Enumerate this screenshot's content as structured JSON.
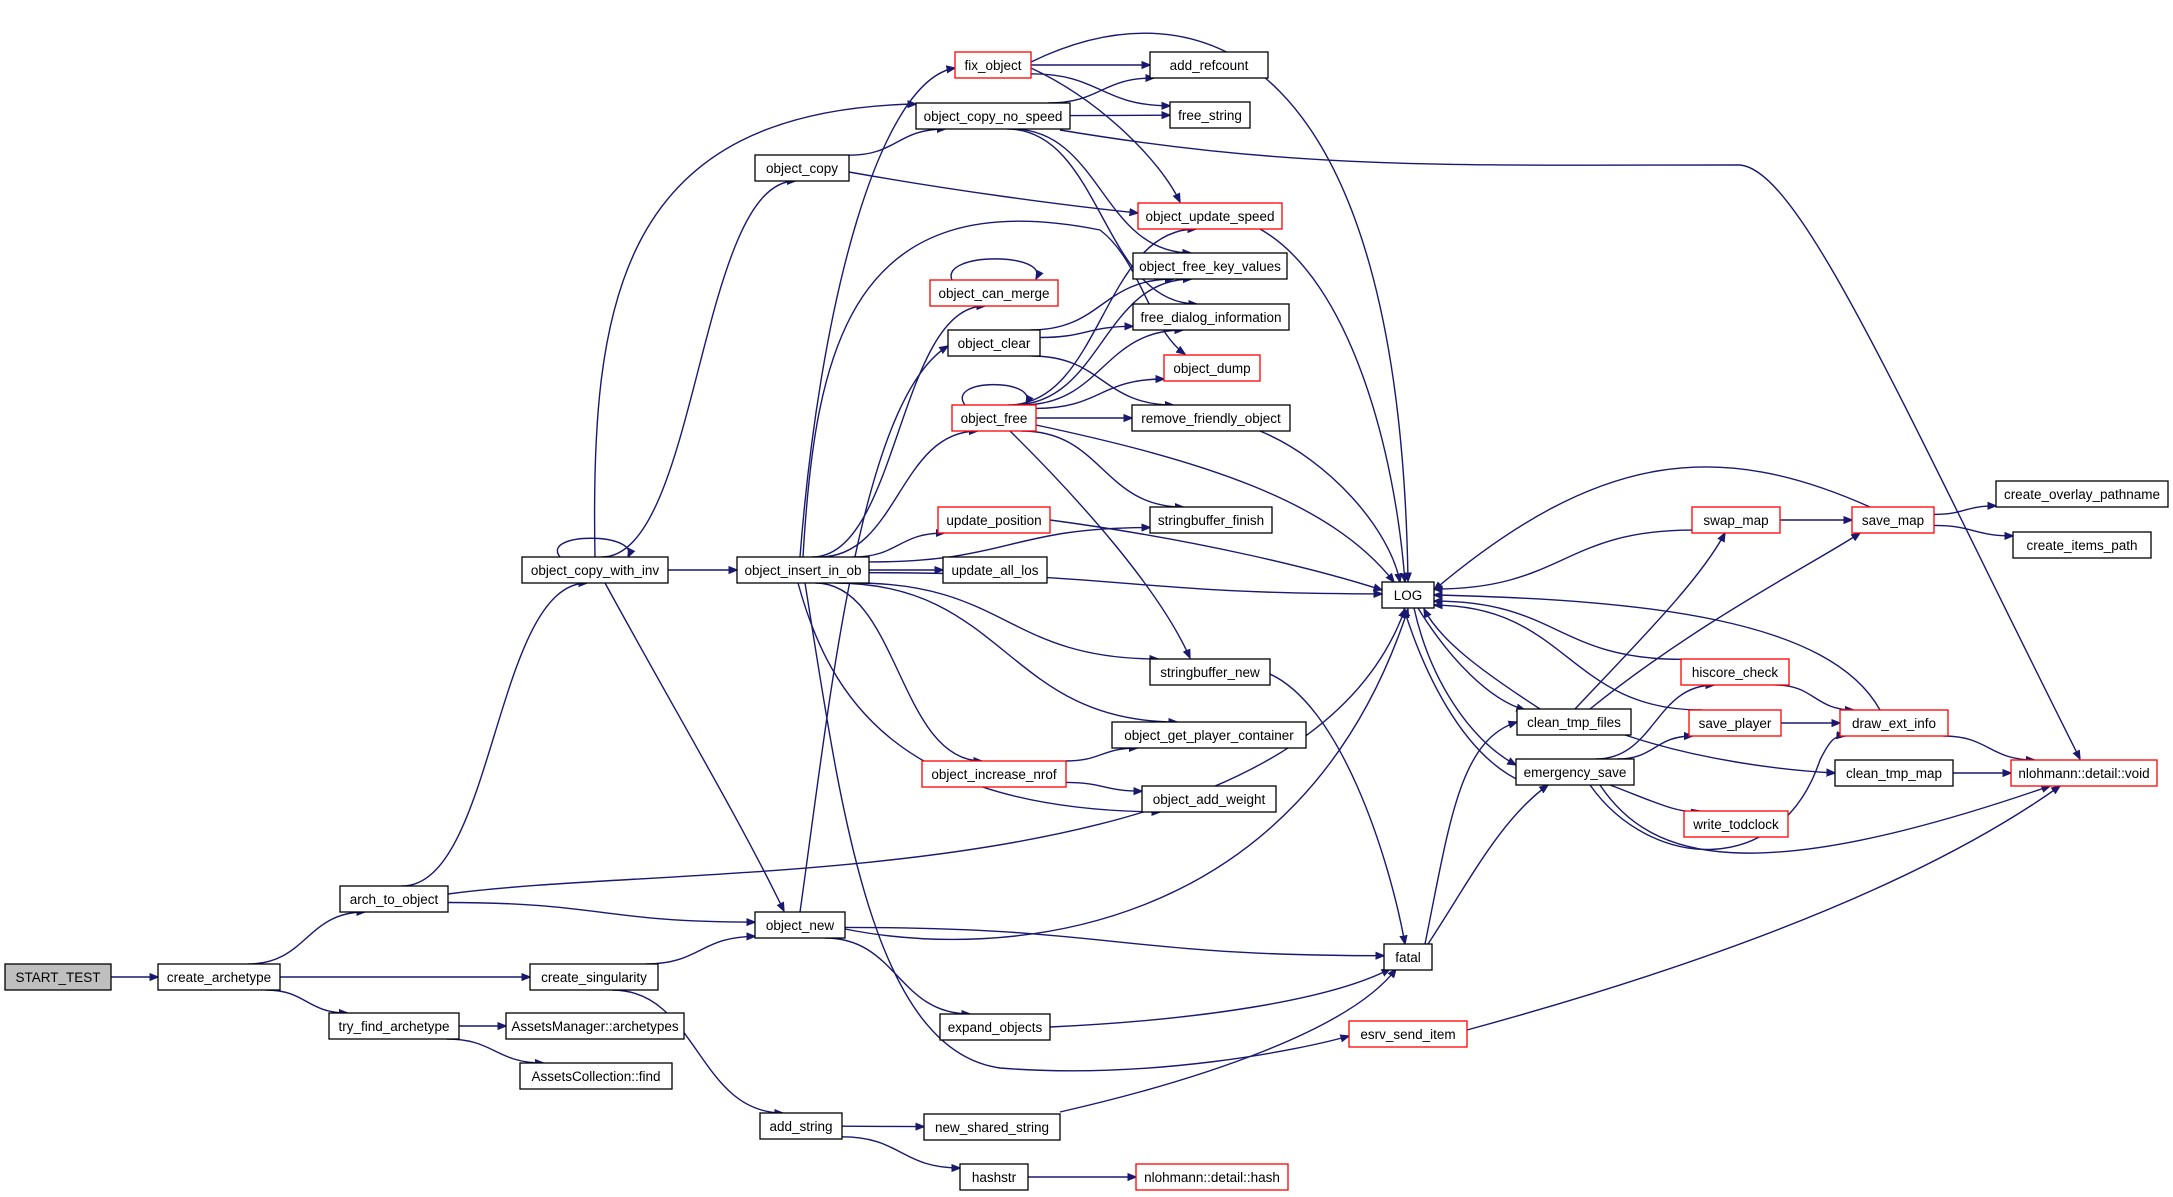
{
  "colors": {
    "edge": "#191970",
    "node_border_default": "#000000",
    "node_border_truncated": "#ff0000",
    "node_fill_start": "#bfbfbf",
    "node_fill": "#ffffff"
  },
  "nodes": {
    "start_test": {
      "label": "START_TEST",
      "style": "start"
    },
    "create_archetype": {
      "label": "create_archetype",
      "style": "normal"
    },
    "arch_to_object": {
      "label": "arch_to_object",
      "style": "normal"
    },
    "try_find_archetype": {
      "label": "try_find_archetype",
      "style": "normal"
    },
    "object_copy_with_inv": {
      "label": "object_copy_with_inv",
      "style": "normal"
    },
    "create_singularity": {
      "label": "create_singularity",
      "style": "normal"
    },
    "assets_manager_archetypes": {
      "label": "AssetsManager::archetypes",
      "style": "normal"
    },
    "assets_collection_find": {
      "label": "AssetsCollection::find",
      "style": "normal"
    },
    "object_copy": {
      "label": "object_copy",
      "style": "normal"
    },
    "object_insert_in_ob": {
      "label": "object_insert_in_ob",
      "style": "normal"
    },
    "object_new": {
      "label": "object_new",
      "style": "normal"
    },
    "add_string": {
      "label": "add_string",
      "style": "normal"
    },
    "fix_object": {
      "label": "fix_object",
      "style": "truncated"
    },
    "object_copy_no_speed": {
      "label": "object_copy_no_speed",
      "style": "normal"
    },
    "object_can_merge": {
      "label": "object_can_merge",
      "style": "truncated"
    },
    "object_clear": {
      "label": "object_clear",
      "style": "normal"
    },
    "object_free": {
      "label": "object_free",
      "style": "truncated"
    },
    "update_position": {
      "label": "update_position",
      "style": "truncated"
    },
    "update_all_los": {
      "label": "update_all_los",
      "style": "normal"
    },
    "object_increase_nrof": {
      "label": "object_increase_nrof",
      "style": "truncated"
    },
    "expand_objects": {
      "label": "expand_objects",
      "style": "normal"
    },
    "new_shared_string": {
      "label": "new_shared_string",
      "style": "normal"
    },
    "hashstr": {
      "label": "hashstr",
      "style": "normal"
    },
    "add_refcount": {
      "label": "add_refcount",
      "style": "normal"
    },
    "free_string": {
      "label": "free_string",
      "style": "normal"
    },
    "object_update_speed": {
      "label": "object_update_speed",
      "style": "truncated"
    },
    "object_free_key_values": {
      "label": "object_free_key_values",
      "style": "normal"
    },
    "free_dialog_information": {
      "label": "free_dialog_information",
      "style": "normal"
    },
    "object_dump": {
      "label": "object_dump",
      "style": "truncated"
    },
    "remove_friendly_object": {
      "label": "remove_friendly_object",
      "style": "normal"
    },
    "stringbuffer_finish": {
      "label": "stringbuffer_finish",
      "style": "normal"
    },
    "stringbuffer_new": {
      "label": "stringbuffer_new",
      "style": "normal"
    },
    "object_get_player_container": {
      "label": "object_get_player_container",
      "style": "normal"
    },
    "object_add_weight": {
      "label": "object_add_weight",
      "style": "normal"
    },
    "nlohmann_detail_hash": {
      "label": "nlohmann::detail::hash",
      "style": "truncated"
    },
    "log": {
      "label": "LOG",
      "style": "normal"
    },
    "fatal": {
      "label": "fatal",
      "style": "normal"
    },
    "esrv_send_item": {
      "label": "esrv_send_item",
      "style": "truncated"
    },
    "clean_tmp_files": {
      "label": "clean_tmp_files",
      "style": "normal"
    },
    "emergency_save": {
      "label": "emergency_save",
      "style": "normal"
    },
    "swap_map": {
      "label": "swap_map",
      "style": "truncated"
    },
    "hiscore_check": {
      "label": "hiscore_check",
      "style": "truncated"
    },
    "save_player": {
      "label": "save_player",
      "style": "truncated"
    },
    "write_todclock": {
      "label": "write_todclock",
      "style": "truncated"
    },
    "save_map": {
      "label": "save_map",
      "style": "truncated"
    },
    "draw_ext_info": {
      "label": "draw_ext_info",
      "style": "truncated"
    },
    "clean_tmp_map": {
      "label": "clean_tmp_map",
      "style": "normal"
    },
    "create_overlay_pathname": {
      "label": "create_overlay_pathname",
      "style": "normal"
    },
    "create_items_path": {
      "label": "create_items_path",
      "style": "normal"
    },
    "nlohmann_detail_void": {
      "label": "nlohmann::detail::void",
      "style": "truncated"
    }
  },
  "edges": [
    [
      "start_test",
      "create_archetype"
    ],
    [
      "create_archetype",
      "arch_to_object"
    ],
    [
      "create_archetype",
      "create_singularity"
    ],
    [
      "create_archetype",
      "try_find_archetype"
    ],
    [
      "arch_to_object",
      "object_copy_with_inv"
    ],
    [
      "arch_to_object",
      "object_new"
    ],
    [
      "arch_to_object",
      "log"
    ],
    [
      "try_find_archetype",
      "assets_manager_archetypes"
    ],
    [
      "try_find_archetype",
      "assets_collection_find"
    ],
    [
      "create_singularity",
      "object_new"
    ],
    [
      "create_singularity",
      "add_string"
    ],
    [
      "object_copy_with_inv",
      "object_copy_with_inv"
    ],
    [
      "object_copy_with_inv",
      "object_copy"
    ],
    [
      "object_copy_with_inv",
      "object_copy_no_speed"
    ],
    [
      "object_copy_with_inv",
      "object_insert_in_ob"
    ],
    [
      "object_copy_with_inv",
      "object_new"
    ],
    [
      "object_copy",
      "object_copy_no_speed"
    ],
    [
      "object_copy",
      "object_update_speed"
    ],
    [
      "object_copy_no_speed",
      "add_refcount"
    ],
    [
      "object_copy_no_speed",
      "free_string"
    ],
    [
      "object_copy_no_speed",
      "object_free_key_values"
    ],
    [
      "object_copy_no_speed",
      "free_dialog_information"
    ],
    [
      "object_copy_no_speed",
      "nlohmann_detail_void"
    ],
    [
      "fix_object",
      "add_refcount"
    ],
    [
      "fix_object",
      "free_string"
    ],
    [
      "fix_object",
      "object_update_speed"
    ],
    [
      "fix_object",
      "log"
    ],
    [
      "object_insert_in_ob",
      "fix_object"
    ],
    [
      "object_insert_in_ob",
      "object_can_merge"
    ],
    [
      "object_insert_in_ob",
      "object_free"
    ],
    [
      "object_insert_in_ob",
      "update_position"
    ],
    [
      "object_insert_in_ob",
      "update_all_los"
    ],
    [
      "object_insert_in_ob",
      "log"
    ],
    [
      "object_insert_in_ob",
      "stringbuffer_finish"
    ],
    [
      "object_insert_in_ob",
      "stringbuffer_new"
    ],
    [
      "object_insert_in_ob",
      "object_get_player_container"
    ],
    [
      "object_insert_in_ob",
      "object_increase_nrof"
    ],
    [
      "object_insert_in_ob",
      "object_add_weight"
    ],
    [
      "object_insert_in_ob",
      "object_dump"
    ],
    [
      "object_insert_in_ob",
      "esrv_send_item"
    ],
    [
      "object_can_merge",
      "object_can_merge"
    ],
    [
      "object_clear",
      "object_free_key_values"
    ],
    [
      "object_clear",
      "free_dialog_information"
    ],
    [
      "object_clear",
      "remove_friendly_object"
    ],
    [
      "object_free",
      "object_free"
    ],
    [
      "object_free",
      "object_update_speed"
    ],
    [
      "object_free",
      "object_free_key_values"
    ],
    [
      "object_free",
      "free_dialog_information"
    ],
    [
      "object_free",
      "object_dump"
    ],
    [
      "object_free",
      "remove_friendly_object"
    ],
    [
      "object_free",
      "stringbuffer_finish"
    ],
    [
      "object_free",
      "stringbuffer_new"
    ],
    [
      "object_free",
      "log"
    ],
    [
      "update_position",
      "log"
    ],
    [
      "object_increase_nrof",
      "object_get_player_container"
    ],
    [
      "object_increase_nrof",
      "object_add_weight"
    ],
    [
      "object_new",
      "object_clear"
    ],
    [
      "object_new",
      "expand_objects"
    ],
    [
      "object_new",
      "fatal"
    ],
    [
      "object_new",
      "log"
    ],
    [
      "expand_objects",
      "fatal"
    ],
    [
      "add_string",
      "new_shared_string"
    ],
    [
      "add_string",
      "hashstr"
    ],
    [
      "new_shared_string",
      "fatal"
    ],
    [
      "hashstr",
      "nlohmann_detail_hash"
    ],
    [
      "object_update_speed",
      "log"
    ],
    [
      "remove_friendly_object",
      "log"
    ],
    [
      "stringbuffer_new",
      "fatal"
    ],
    [
      "fatal",
      "clean_tmp_files"
    ],
    [
      "fatal",
      "emergency_save"
    ],
    [
      "esrv_send_item",
      "nlohmann_detail_void"
    ],
    [
      "log",
      "clean_tmp_files"
    ],
    [
      "log",
      "emergency_save"
    ],
    [
      "clean_tmp_files",
      "log"
    ],
    [
      "clean_tmp_files",
      "swap_map"
    ],
    [
      "clean_tmp_files",
      "save_map"
    ],
    [
      "clean_tmp_files",
      "clean_tmp_map"
    ],
    [
      "emergency_save",
      "log"
    ],
    [
      "emergency_save",
      "hiscore_check"
    ],
    [
      "emergency_save",
      "save_player"
    ],
    [
      "emergency_save",
      "write_todclock"
    ],
    [
      "emergency_save",
      "draw_ext_info"
    ],
    [
      "emergency_save",
      "nlohmann_detail_void"
    ],
    [
      "swap_map",
      "log"
    ],
    [
      "swap_map",
      "save_map"
    ],
    [
      "save_map",
      "log"
    ],
    [
      "save_map",
      "create_overlay_pathname"
    ],
    [
      "save_map",
      "create_items_path"
    ],
    [
      "hiscore_check",
      "log"
    ],
    [
      "hiscore_check",
      "draw_ext_info"
    ],
    [
      "save_player",
      "log"
    ],
    [
      "save_player",
      "draw_ext_info"
    ],
    [
      "draw_ext_info",
      "log"
    ],
    [
      "draw_ext_info",
      "nlohmann_detail_void"
    ],
    [
      "clean_tmp_map",
      "nlohmann_detail_void"
    ]
  ]
}
